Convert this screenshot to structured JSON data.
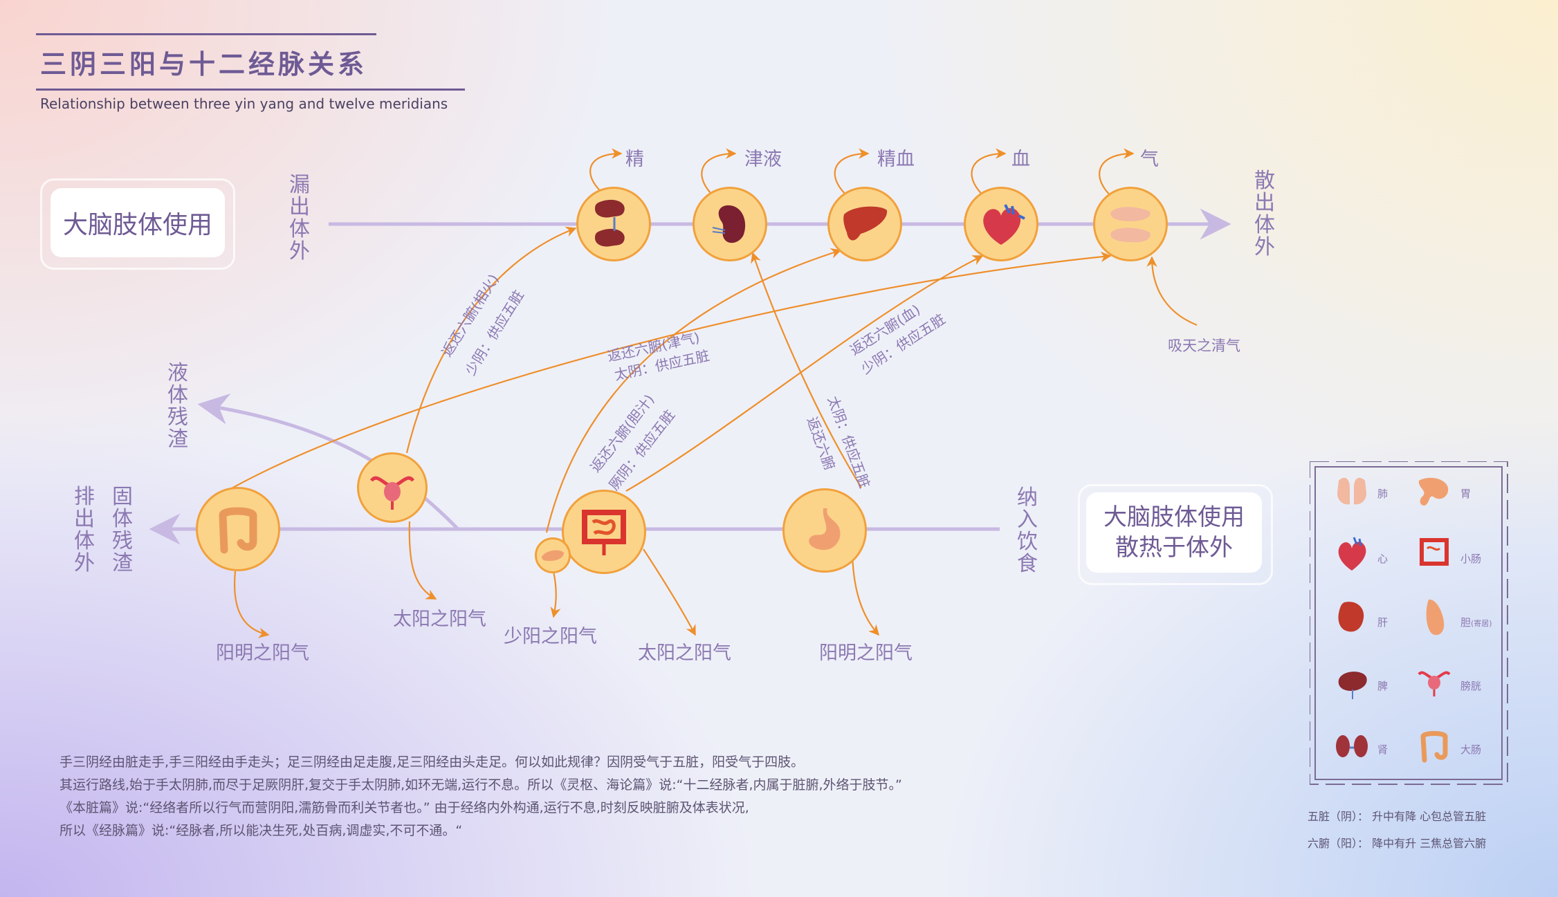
{
  "header": {
    "title": "三阴三阳与十二经脉关系",
    "subtitle": "Relationship between three yin yang and twelve meridians"
  },
  "boxes": {
    "brain_left": "大脑肢体使用",
    "brain_right_line1": "大脑肢体使用",
    "brain_right_line2": "散热于体外"
  },
  "vertical_labels": {
    "leak_out": "漏出体外",
    "disperse_out": "散出体外",
    "liquid_residue": "液体残渣",
    "excrete_out": "排出体外",
    "solid_residue": "固体残渣",
    "intake_food": "纳入饮食"
  },
  "top_outputs": [
    "精",
    "津液",
    "精血",
    "血",
    "气"
  ],
  "bottom_outputs": {
    "yangming_left": "阳明之阳气",
    "taiyang_left": "太阳之阳气",
    "shaoyang": "少阳之阳气",
    "taiyang_right": "太阳之阳气",
    "yangming_right": "阳明之阳气"
  },
  "inhale_label": "吸天之清气",
  "route_labels": {
    "r1a": "返还六腑(相火)",
    "r1b": "少阴：供应五脏",
    "r2a": "返还六腑(津气)",
    "r2b": "太阴：供应五脏",
    "r3a": "返还六腑(胆汁)",
    "r3b": "厥阴：供应五脏",
    "r4a": "返还六腑(血)",
    "r4b": "少阴：供应五脏",
    "r5a": "返还六腑",
    "r5b": "太阴：供应五脏"
  },
  "organs": {
    "kidney": "kidney-icon",
    "spleen": "spleen-icon",
    "liver": "liver-icon",
    "heart": "heart-icon",
    "lung": "lung-icon",
    "large_intestine": "large-intestine-icon",
    "bladder": "bladder-icon",
    "small_intestine": "small-intestine-icon",
    "gallbladder": "gallbladder-icon",
    "stomach": "stomach-icon"
  },
  "paragraph": [
    "手三阴经由脏走手,手三阳经由手走头；足三阴经由足走腹,足三阳经由头走足。何以如此规律？因阴受气于五脏，阳受气于四肢。",
    "其运行路线,始于手太阴肺,而尽于足厥阴肝,复交于手太阴肺,如环无端,运行不息。所以《灵枢、海论篇》说:“十二经脉者,内属于脏腑,外络于肢节。”",
    "《本脏篇》说:“经络者所以行气而营阴阳,濡筋骨而利关节者也。” 由于经络内外构通,运行不息,时刻反映脏腑及体表状况,",
    "所以《经脉篇》说:“经脉者,所以能决生死,处百病,调虚实,不可不通。“"
  ],
  "legend": {
    "items": [
      {
        "name": "肺",
        "icon": "lung-icon"
      },
      {
        "name": "胃",
        "icon": "stomach-icon"
      },
      {
        "name": "心",
        "icon": "heart-icon"
      },
      {
        "name": "小肠",
        "icon": "small-intestine-icon"
      },
      {
        "name": "肝",
        "icon": "liver-icon"
      },
      {
        "name": "胆",
        "note": "(寄居)",
        "icon": "gallbladder-icon"
      },
      {
        "name": "脾",
        "icon": "spleen-icon"
      },
      {
        "name": "膀胱",
        "icon": "bladder-icon"
      },
      {
        "name": "肾",
        "icon": "kidney-icon"
      },
      {
        "name": "大肠",
        "icon": "large-intestine-icon"
      }
    ],
    "note1": "五脏（阴）：  升中有降  心包总管五脏",
    "note2": "六腑（阳）：  降中有升  三焦总管六腑"
  },
  "colors": {
    "accent": "#6e5a94",
    "label": "#8b78b1",
    "arrow": "#ee8f2a",
    "line": "#c7b9e2",
    "circle_fill": "#fbd48a",
    "circle_border": "#f1a13c"
  }
}
